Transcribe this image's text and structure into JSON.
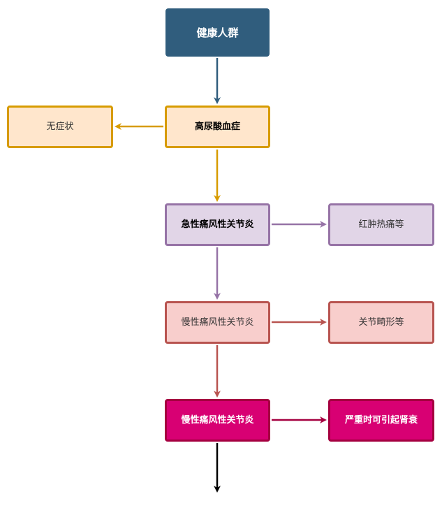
{
  "nodes": {
    "healthy": "健康人群",
    "hyperuricemia": "高尿酸血症",
    "asymptomatic": "无症状",
    "acute_gout": "急性痛风性关节炎",
    "red_swelling": "红肿热痛等",
    "chronic_gout_1": "慢性痛风性关节炎",
    "joint_deformity": "关节畸形等",
    "chronic_gout_2": "慢性痛风性关节炎",
    "renal_failure": "严重时可引起肾衰"
  },
  "colors": {
    "navy": "#305d7d",
    "orange": "#d79b00",
    "purple": "#9673a6",
    "red": "#b85450",
    "magenta": "#a50040",
    "black": "#000000"
  }
}
